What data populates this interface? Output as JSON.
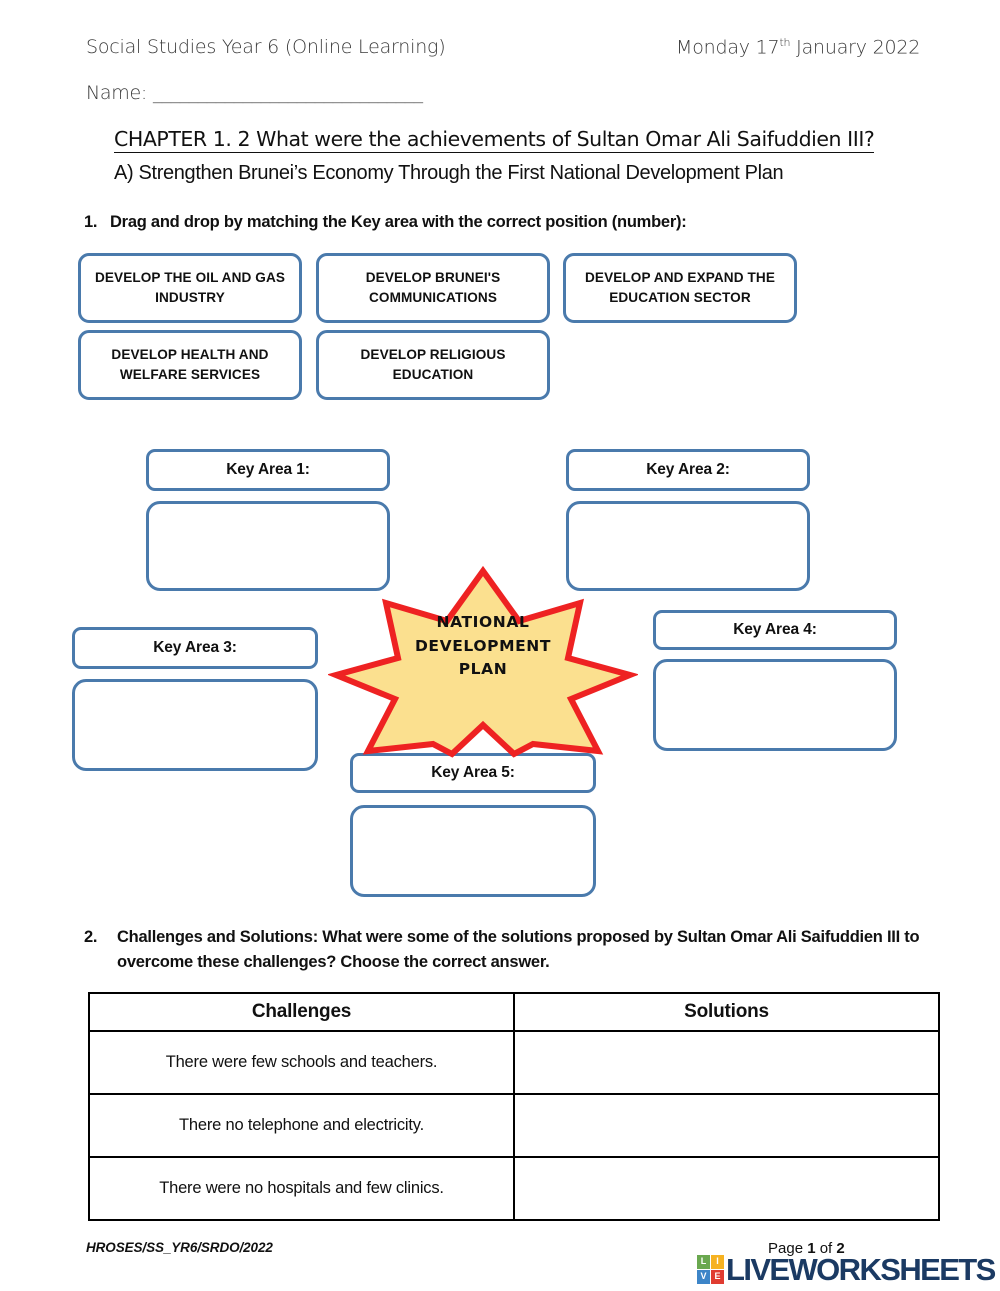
{
  "header": {
    "course": "Social Studies Year 6 (Online Learning)",
    "date_prefix": "Monday 17",
    "date_sup": "th",
    "date_suffix": " January 2022",
    "name_label": "Name:",
    "name_rule": "______________________________",
    "chapter_title": "CHAPTER 1. 2 What were the achievements of Sultan Omar Ali Saifuddien III?",
    "section_a": "A) Strengthen Brunei’s Economy Through the First National Development Plan"
  },
  "question1": {
    "number": "1.",
    "text": "Drag and drop by matching the Key area with the correct position (number):",
    "drag_items": [
      "DEVELOP THE OIL AND GAS INDUSTRY",
      "DEVELOP BRUNEI'S COMMUNICATIONS",
      "DEVELOP AND EXPAND THE EDUCATION SECTOR",
      "DEVELOP HEALTH AND WELFARE SERVICES",
      "DEVELOP RELIGIOUS EDUCATION"
    ],
    "key_areas": [
      {
        "label": "Key Area 1:",
        "answer": ""
      },
      {
        "label": "Key Area 2:",
        "answer": ""
      },
      {
        "label": "Key Area 3:",
        "answer": ""
      },
      {
        "label": "Key Area 4:",
        "answer": ""
      },
      {
        "label": "Key Area 5:",
        "answer": ""
      }
    ],
    "center_star": {
      "line1": "NATIONAL",
      "line2": "DEVELOPMENT",
      "line3": "PLAN",
      "fill_color": "#FBE08F",
      "stroke_color": "#EE2222"
    }
  },
  "question2": {
    "number": "2.",
    "text": "Challenges and Solutions: What were some of the solutions proposed by Sultan Omar Ali Saifuddien III to overcome these challenges? Choose the correct answer.",
    "table": {
      "headers": [
        "Challenges",
        "Solutions"
      ],
      "rows": [
        {
          "challenge": "There were few schools and teachers.",
          "solution": ""
        },
        {
          "challenge": "There no telephone and electricity.",
          "solution": ""
        },
        {
          "challenge": "There were no hospitals and few clinics.",
          "solution": ""
        }
      ]
    }
  },
  "footer": {
    "code": "HROSES/SS_YR6/SRDO/2022",
    "page_label": "Page ",
    "page_current": "1",
    "page_of": " of ",
    "page_total": "2",
    "logo_word": "LIVEWORKSHEETS",
    "logo_letters": [
      "L",
      "I",
      "V",
      "E"
    ]
  },
  "theme": {
    "box_border": "#4A7AAC",
    "star_fill": "#FBE08F",
    "star_stroke": "#EE2222",
    "logo_navy": "#1B3A63"
  }
}
